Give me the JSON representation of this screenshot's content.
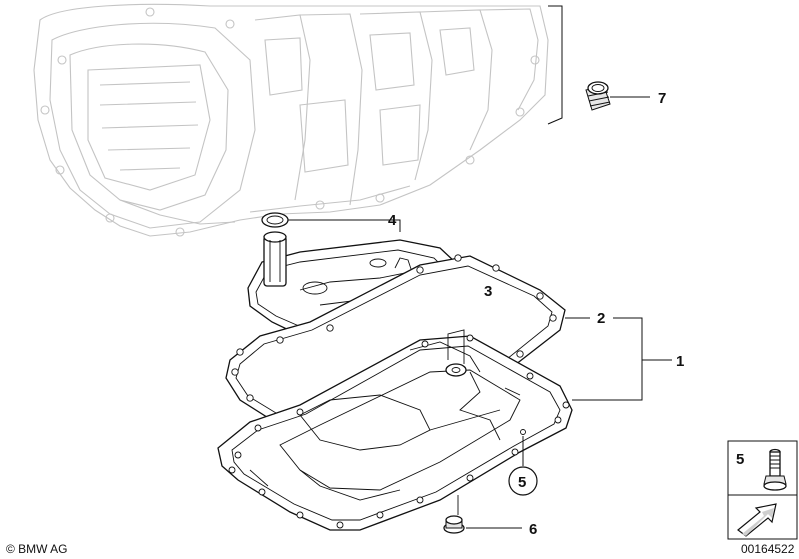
{
  "diagram": {
    "callouts": [
      {
        "id": "c1",
        "label": "1"
      },
      {
        "id": "c2",
        "label": "2"
      },
      {
        "id": "c3",
        "label": "3"
      },
      {
        "id": "c4",
        "label": "4"
      },
      {
        "id": "c5_circled",
        "label": "5"
      },
      {
        "id": "c6",
        "label": "6"
      },
      {
        "id": "c7",
        "label": "7"
      },
      {
        "id": "c5_inset",
        "label": "5"
      }
    ]
  },
  "footer": {
    "copyright": "© BMW AG",
    "drawing_number": "00164522"
  }
}
